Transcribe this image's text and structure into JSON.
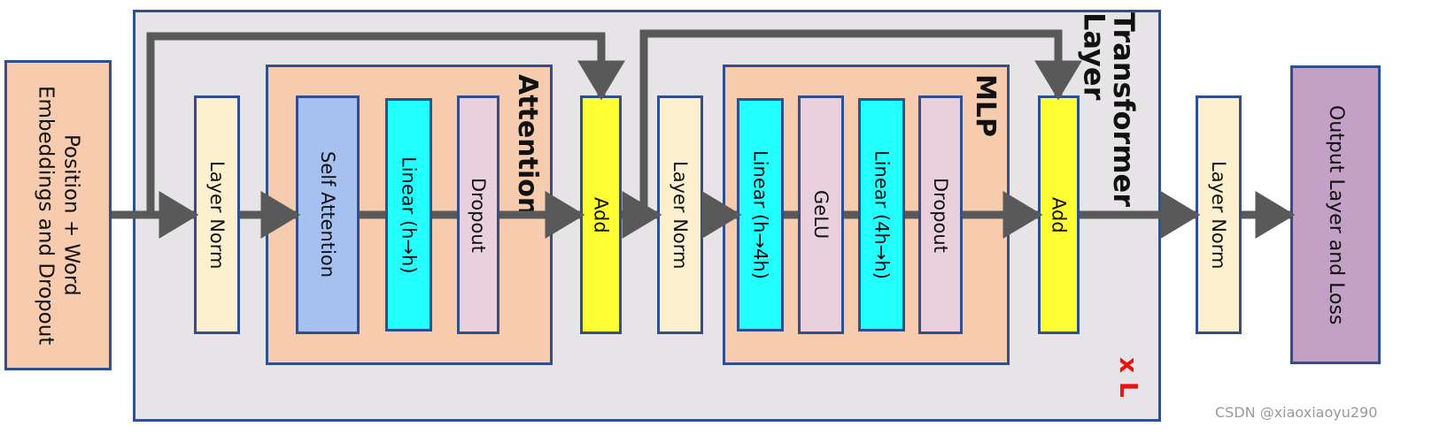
{
  "input": {
    "label_line1": "Position + Word",
    "label_line2": "Embeddings and Dropout"
  },
  "transformer": {
    "title_line1": "Transformer",
    "title_line2": "Layer",
    "multiplier": "x L"
  },
  "layer_norm_1": {
    "label": "Layer Norm"
  },
  "attention": {
    "title": "Attention",
    "self_attention": "Self Attention",
    "linear": "Linear (h→h)",
    "dropout": "Dropout"
  },
  "add_1": {
    "label": "Add"
  },
  "layer_norm_2": {
    "label": "Layer Norm"
  },
  "mlp": {
    "title": "MLP",
    "linear_up": "Linear (h→4h)",
    "gelu": "GeLU",
    "linear_down": "Linear (4h→h)",
    "dropout": "Dropout"
  },
  "add_2": {
    "label": "Add"
  },
  "final_layer_norm": {
    "label": "Layer Norm"
  },
  "output": {
    "label": "Output Layer and Loss"
  },
  "watermark": "CSDN @xiaoxiaoyu290",
  "colors": {
    "border": "#2f4f8f",
    "arrow": "#595959",
    "input_fill": "#f7ccae",
    "layer_norm_fill": "#fdf0cf",
    "self_attention_fill": "#a6c0f0",
    "linear_fill": "#21ffff",
    "dropout_fill": "#ead0dc",
    "add_fill": "#ffff33",
    "output_fill": "#c3a1c6",
    "multiplier_color": "#ee1111"
  }
}
